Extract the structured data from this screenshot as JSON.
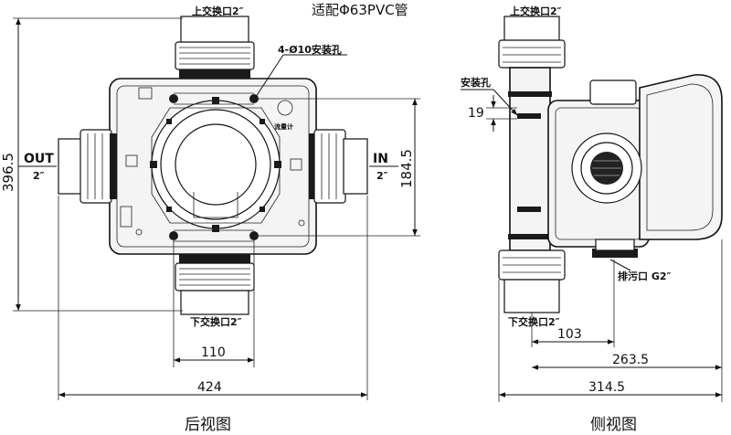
{
  "header": {
    "pipe_fit": "适配Φ63PVC管"
  },
  "rear_view": {
    "caption": "后视图",
    "top_port": "上交换口2″",
    "bottom_port": "下交换口2″",
    "mount_holes": "4-Ø10安装孔",
    "flow_meter": "流量计",
    "out_label": "OUT",
    "out_size": "2″",
    "in_label": "IN",
    "in_size": "2″",
    "dim_height": "396.5",
    "dim_port_spacing": "184.5",
    "dim_bottom_offset": "110",
    "dim_width": "424"
  },
  "side_view": {
    "caption": "侧视图",
    "top_port": "上交换口2″",
    "bottom_port": "下交换口2″",
    "mount_hole": "安装孔",
    "dim_hole": "19",
    "drain_port": "排污口 G2″",
    "dim_103": "103",
    "dim_263_5": "263.5",
    "dim_314_5": "314.5"
  }
}
